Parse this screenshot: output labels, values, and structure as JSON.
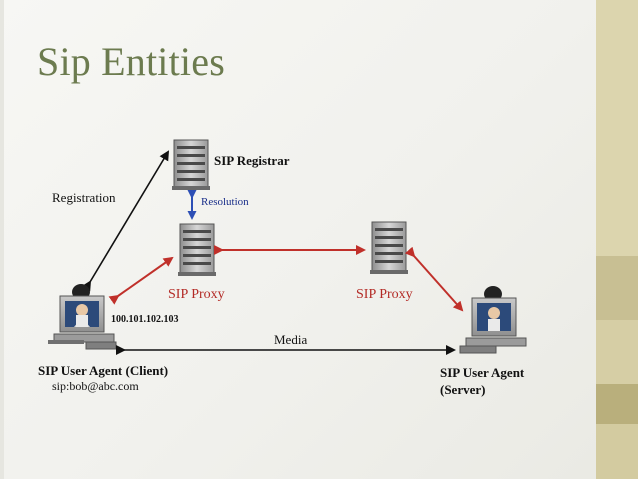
{
  "slide": {
    "title": "Sip Entities"
  },
  "diagram": {
    "registrar_label": "SIP Registrar",
    "resolution_label": "Resolution",
    "registration_label": "Registration",
    "proxy_left_label": "SIP Proxy",
    "proxy_right_label": "SIP Proxy",
    "client_ip": "100.101.102.103",
    "media_label": "Media",
    "client_label": "SIP User Agent (Client)",
    "client_uri": "sip:bob@abc.com",
    "server_label_line1": "SIP User Agent",
    "server_label_line2": "(Server)"
  },
  "colors": {
    "title": "#6c7b4f",
    "signaling_arrow": "#c0302a",
    "resolution_arrow": "#2d4fb5",
    "registration_arrow": "#111111"
  },
  "icons": [
    "server-icon",
    "computer-user-icon"
  ]
}
